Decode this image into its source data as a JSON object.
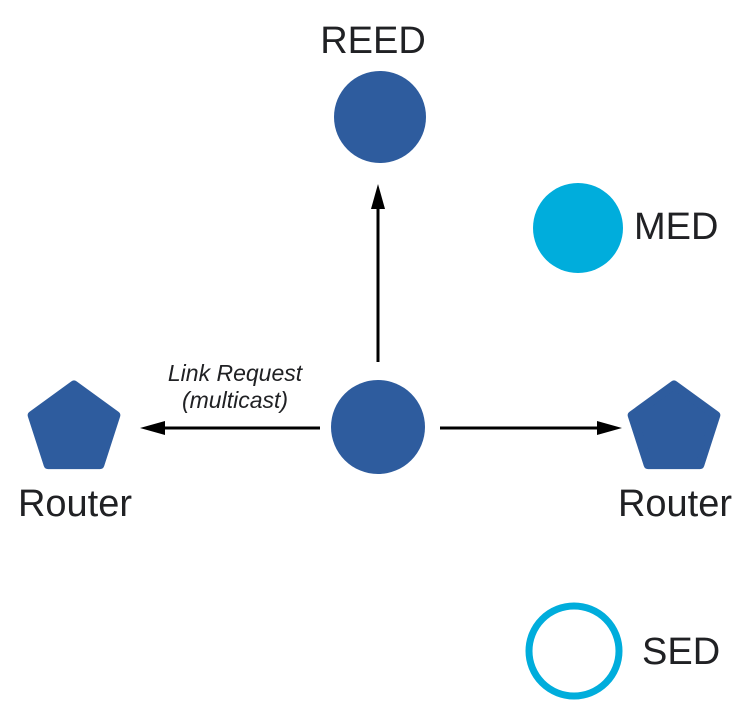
{
  "colors": {
    "node_blue": "#2E5C9E",
    "node_cyan": "#00ADDC",
    "arrow_black": "#000000"
  },
  "nodes": {
    "reed": {
      "label": "REED",
      "shape": "circle-filled-blue"
    },
    "med": {
      "label": "MED",
      "shape": "circle-filled-cyan"
    },
    "sed": {
      "label": "SED",
      "shape": "circle-outline-cyan"
    },
    "router_left": {
      "label": "Router",
      "shape": "pentagon-filled-blue"
    },
    "router_right": {
      "label": "Router",
      "shape": "pentagon-filled-blue"
    },
    "attaching_device": {
      "label": "",
      "shape": "circle-filled-blue"
    }
  },
  "annotation": {
    "line1": "Link Request",
    "line2": "(multicast)"
  }
}
